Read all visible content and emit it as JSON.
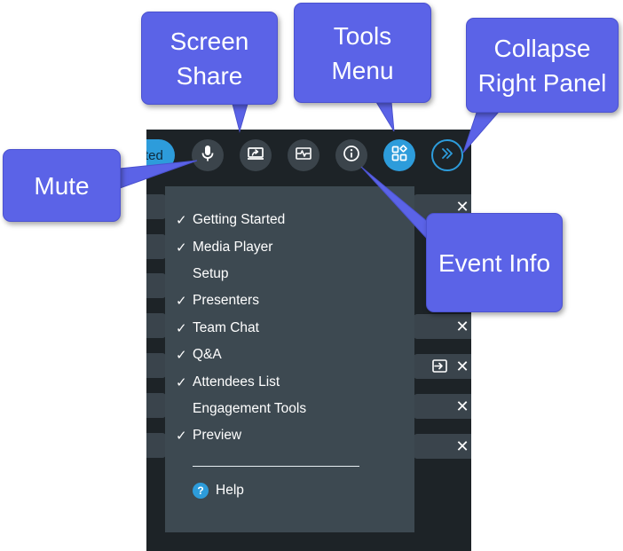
{
  "toolbar": {
    "started_pill_label": "ted",
    "buttons": [
      {
        "icon": "microphone-icon"
      },
      {
        "icon": "screen-share-icon"
      },
      {
        "icon": "activity-icon"
      },
      {
        "icon": "info-icon"
      },
      {
        "icon": "tools-grid-icon",
        "active": true
      },
      {
        "icon": "double-chevron-right-icon",
        "outline": true
      }
    ]
  },
  "tools_menu": {
    "items": [
      {
        "label": "Getting Started",
        "checked": "✓"
      },
      {
        "label": "Media Player",
        "checked": "✓"
      },
      {
        "label": "Setup",
        "checked": ""
      },
      {
        "label": "Presenters",
        "checked": "✓"
      },
      {
        "label": "Team Chat",
        "checked": "✓"
      },
      {
        "label": "Q&A",
        "checked": "✓"
      },
      {
        "label": "Attendees List",
        "checked": "✓"
      },
      {
        "label": "Engagement Tools",
        "checked": ""
      },
      {
        "label": "Preview",
        "checked": "✓"
      }
    ],
    "help_icon_glyph": "?",
    "help_label": "Help"
  },
  "panel": {
    "close_glyph": "✕"
  },
  "callouts": {
    "screen_share": "Screen\nShare",
    "tools_menu": "Tools\nMenu",
    "collapse_right_panel": "Collapse\nRight Panel",
    "mute": "Mute",
    "event_info": "Event Info"
  },
  "colors": {
    "app_background": "#1d2327",
    "menu_background": "#3d4951",
    "accent_blue": "#2d9cdb",
    "callout_purple": "#5b63e7"
  }
}
